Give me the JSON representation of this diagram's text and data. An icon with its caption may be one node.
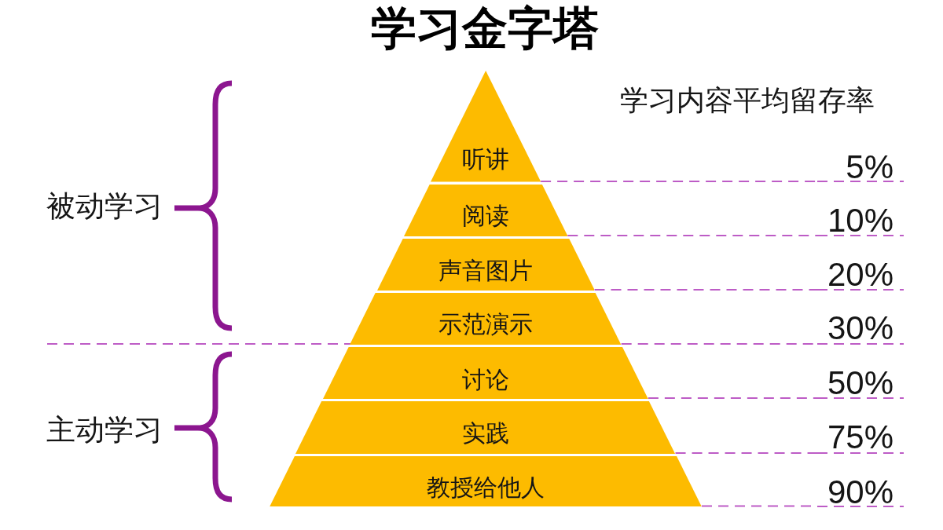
{
  "diagram": {
    "title": "学习金字塔",
    "nodes": [
      {
        "text": [
          "听讲"
        ]
      },
      {
        "text": [
          "阅读"
        ]
      },
      {
        "text": [
          "声音图片"
        ]
      },
      {
        "text": [
          "示范演示"
        ]
      },
      {
        "text": [
          "讨论"
        ]
      },
      {
        "text": [
          "实践"
        ]
      },
      {
        "text": [
          "教授给他人"
        ]
      },
      {
        "text": [
          "5%"
        ]
      },
      {
        "text": [
          "10%"
        ]
      },
      {
        "text": [
          "20%"
        ]
      },
      {
        "text": [
          "30%"
        ]
      },
      {
        "text": [
          "50%"
        ]
      },
      {
        "text": [
          "75%"
        ]
      },
      {
        "text": [
          "90%"
        ]
      }
    ],
    "edges": [
      {
        "from": 0,
        "to": 7,
        "arrow": "none",
        "style": "dashed"
      },
      {
        "from": 1,
        "to": 8,
        "arrow": "none",
        "style": "dashed"
      },
      {
        "from": 2,
        "to": 9,
        "arrow": "none",
        "style": "dashed"
      },
      {
        "from": 3,
        "to": 10,
        "arrow": "none",
        "style": "dashed"
      },
      {
        "from": 4,
        "to": 11,
        "arrow": "none",
        "style": "dashed"
      },
      {
        "from": 5,
        "to": 12,
        "arrow": "none",
        "style": "dashed"
      },
      {
        "from": 6,
        "to": 13,
        "arrow": "none",
        "style": "dashed"
      }
    ],
    "labels": [
      "被动学习",
      "主动学习",
      "学习内容平均留存率"
    ]
  }
}
